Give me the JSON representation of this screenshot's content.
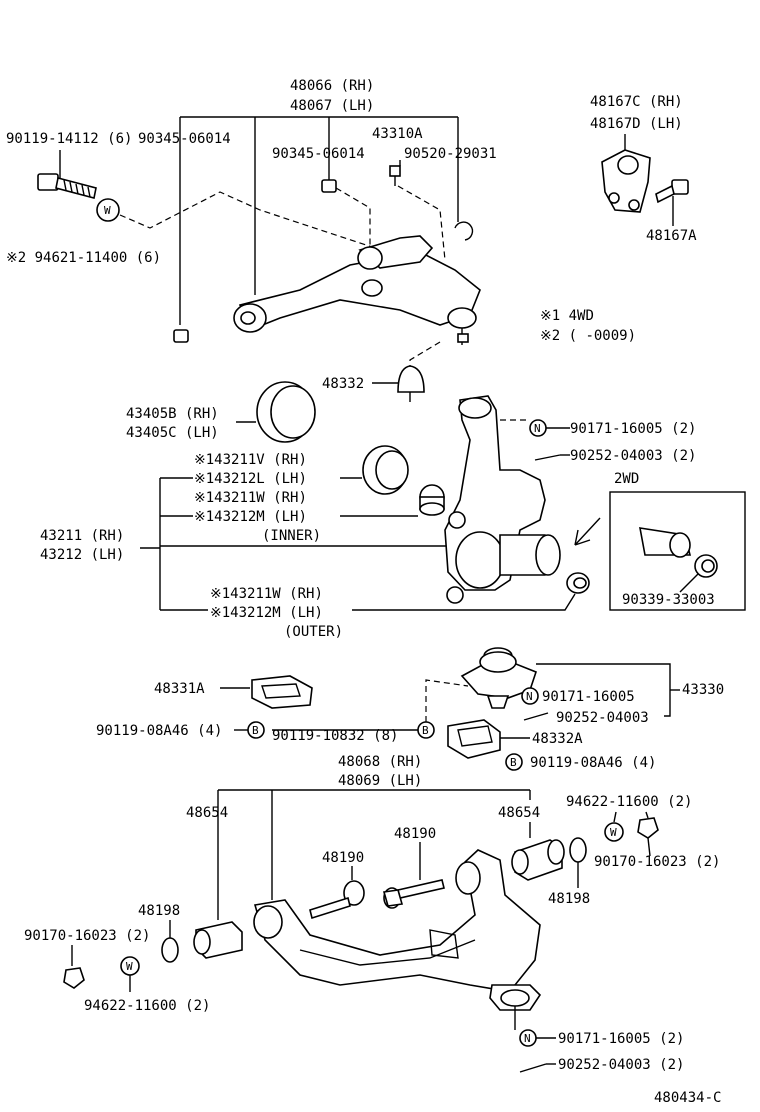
{
  "labels": {
    "upper_arm_rh": "48066 (RH)",
    "upper_arm_lh": "48067 (LH)",
    "bolt_top_left": "90119-14112 (6)",
    "bolt_90345_a": "90345-06014",
    "bolt_90345_b": "90345-06014",
    "part_43310A": "43310A",
    "part_90520": "90520-29031",
    "washer_94621": "※2  94621-11400 (6)",
    "bracket_rh": "48167C (RH)",
    "bracket_lh": "48167D (LH)",
    "bolt_48167A": "48167A",
    "note_1": "※1  4WD",
    "note_2": "※2 (       -0009)",
    "bump_48332": "48332",
    "seal_rh": "43405B (RH)",
    "seal_lh": "43405C (LH)",
    "nut_90171_a": "90171-16005 (2)",
    "pin_90252_a": "90252-04003 (2)",
    "bush_v": "※143211V (RH)",
    "bush_l": "※143212L (LH)",
    "bush_w_in": "※143211W (RH)",
    "bush_m_in": "※143212M (LH)",
    "inner": "(INNER)",
    "knuckle_rh": "43211 (RH)",
    "knuckle_lh": "43212 (LH)",
    "two_wd": "2WD",
    "bush_w_out": "※143211W (RH)",
    "bush_m_out": "※143212M (LH)",
    "outer": "(OUTER)",
    "part_90339": "90339-33003",
    "bump_48331A": "48331A",
    "bolt_90119_08A46_a": "90119-08A46 (4)",
    "bolt_90119_10832": "90119-10832 (8)",
    "nut_90171_b": "90171-16005",
    "ball_43330": "43330",
    "pin_90252_b": "90252-04003",
    "bump_48332A": "48332A",
    "bolt_90119_08A46_b": "90119-08A46 (4)",
    "lower_arm_rh": "48068 (RH)",
    "lower_arm_lh": "48069 (LH)",
    "bush_48654_a": "48654",
    "bush_48654_b": "48654",
    "washer_94622_top": "94622-11600 (2)",
    "bolt_48190_a": "48190",
    "bolt_48190_b": "48190",
    "nut_90170_right": "90170-16023 (2)",
    "cam_48198_left": "48198",
    "cam_48198_right": "48198",
    "nut_90170_left": "90170-16023 (2)",
    "washer_94622_bottom": "94622-11600 (2)",
    "nut_90171_c": "90171-16005 (2)",
    "pin_90252_c": "90252-04003 (2)",
    "diagram_id": "480434-C"
  },
  "symbols": {
    "washer": "W",
    "nut": "N",
    "bolt": "B"
  }
}
